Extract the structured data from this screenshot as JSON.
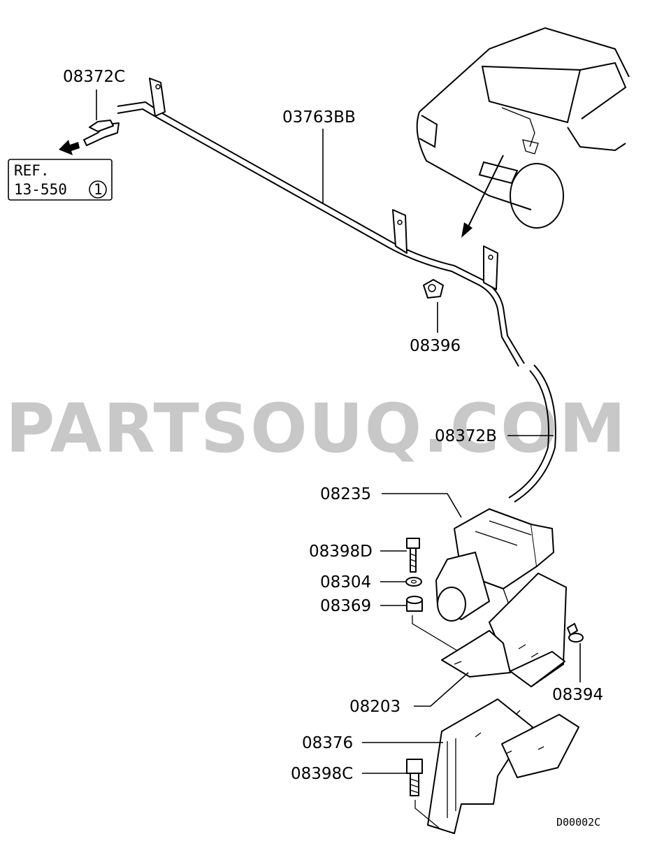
{
  "watermark": "PARTSOUQ.COM",
  "reference": {
    "line1": "REF.",
    "line2": "13-550",
    "circled": "1"
  },
  "diagram_code": "D00002C",
  "parts": {
    "hose_upper": "08372C",
    "vacuum_pipe": "03763BB",
    "grommet": "08396",
    "hose_lower": "08372B",
    "actuator": "08235",
    "bolt_upper": "08398D",
    "washer": "08304",
    "cushion": "08369",
    "clip": "08394",
    "bracket_upper": "08203",
    "bracket_lower": "08376",
    "bolt_lower": "08398C"
  }
}
